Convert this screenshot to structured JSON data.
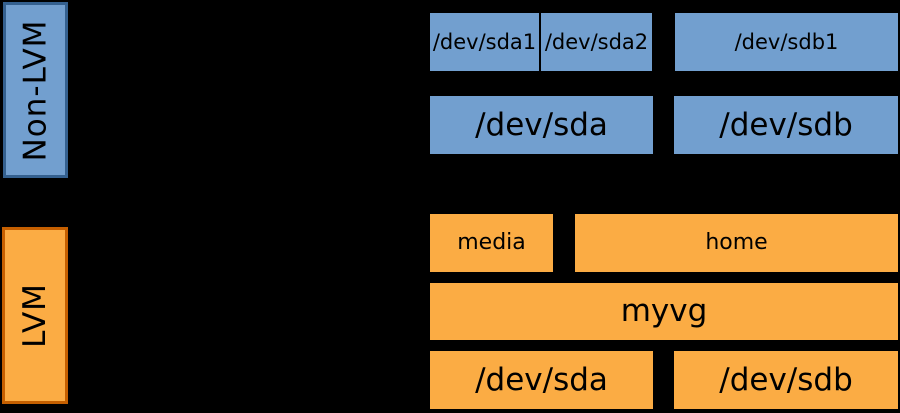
{
  "diagram": {
    "title": "LVM vs Non-LVM storage layout diagram",
    "background_color": "#000000",
    "colors": {
      "blue_fill": "#729FCF",
      "blue_label_border": "#34608F",
      "orange_fill": "#FBAC44",
      "orange_label_border": "#C55F00",
      "text": "#000000"
    }
  },
  "sections": {
    "non_lvm": {
      "label": "Non-LVM",
      "partitions": [
        "/dev/sda1",
        "/dev/sda2",
        "/dev/sdb1"
      ],
      "disks": [
        "/dev/sda",
        "/dev/sdb"
      ]
    },
    "lvm": {
      "label": "LVM",
      "logical_volumes": [
        "media",
        "home"
      ],
      "volume_group": "myvg",
      "physical_volumes": [
        "/dev/sda",
        "/dev/sdb"
      ]
    }
  }
}
